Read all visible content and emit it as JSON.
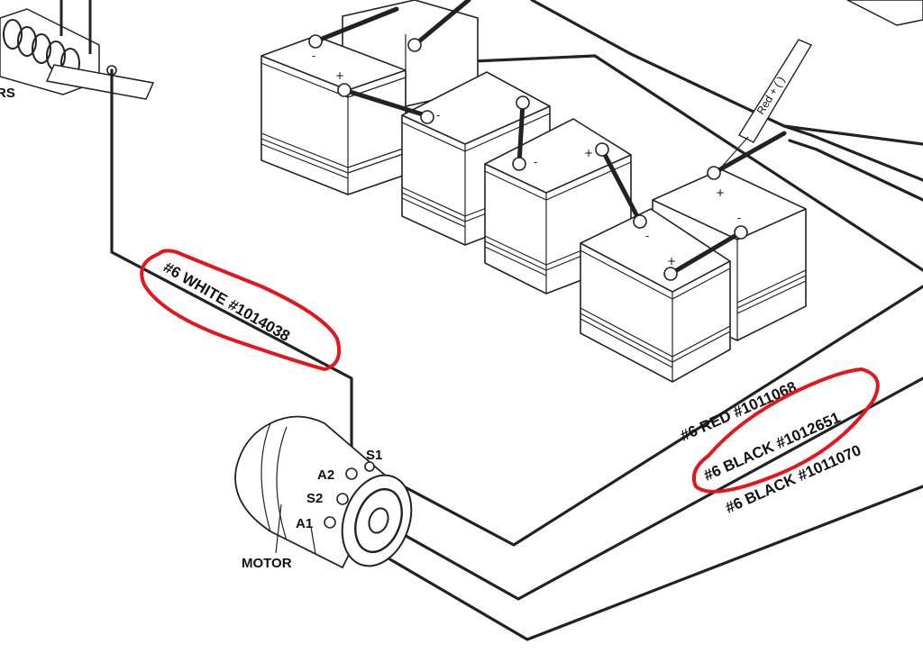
{
  "labels": {
    "white_wire": "#6 WHITE #1014038",
    "red_wire": "#6 RED #1011068",
    "black_wire_1": "#6 BLACK #1012651",
    "black_wire_2": "#6 BLACK #1011070",
    "motor": "MOTOR",
    "terminal_a1": "A1",
    "terminal_a2": "A2",
    "terminal_s1": "S1",
    "terminal_s2": "S2",
    "cropped_label": "RS",
    "plus": "+",
    "minus": "-",
    "red_plus_tag": "Red + ( )"
  },
  "colors": {
    "highlight": "#e4151c",
    "line": "#222222",
    "background": "#ffffff"
  }
}
